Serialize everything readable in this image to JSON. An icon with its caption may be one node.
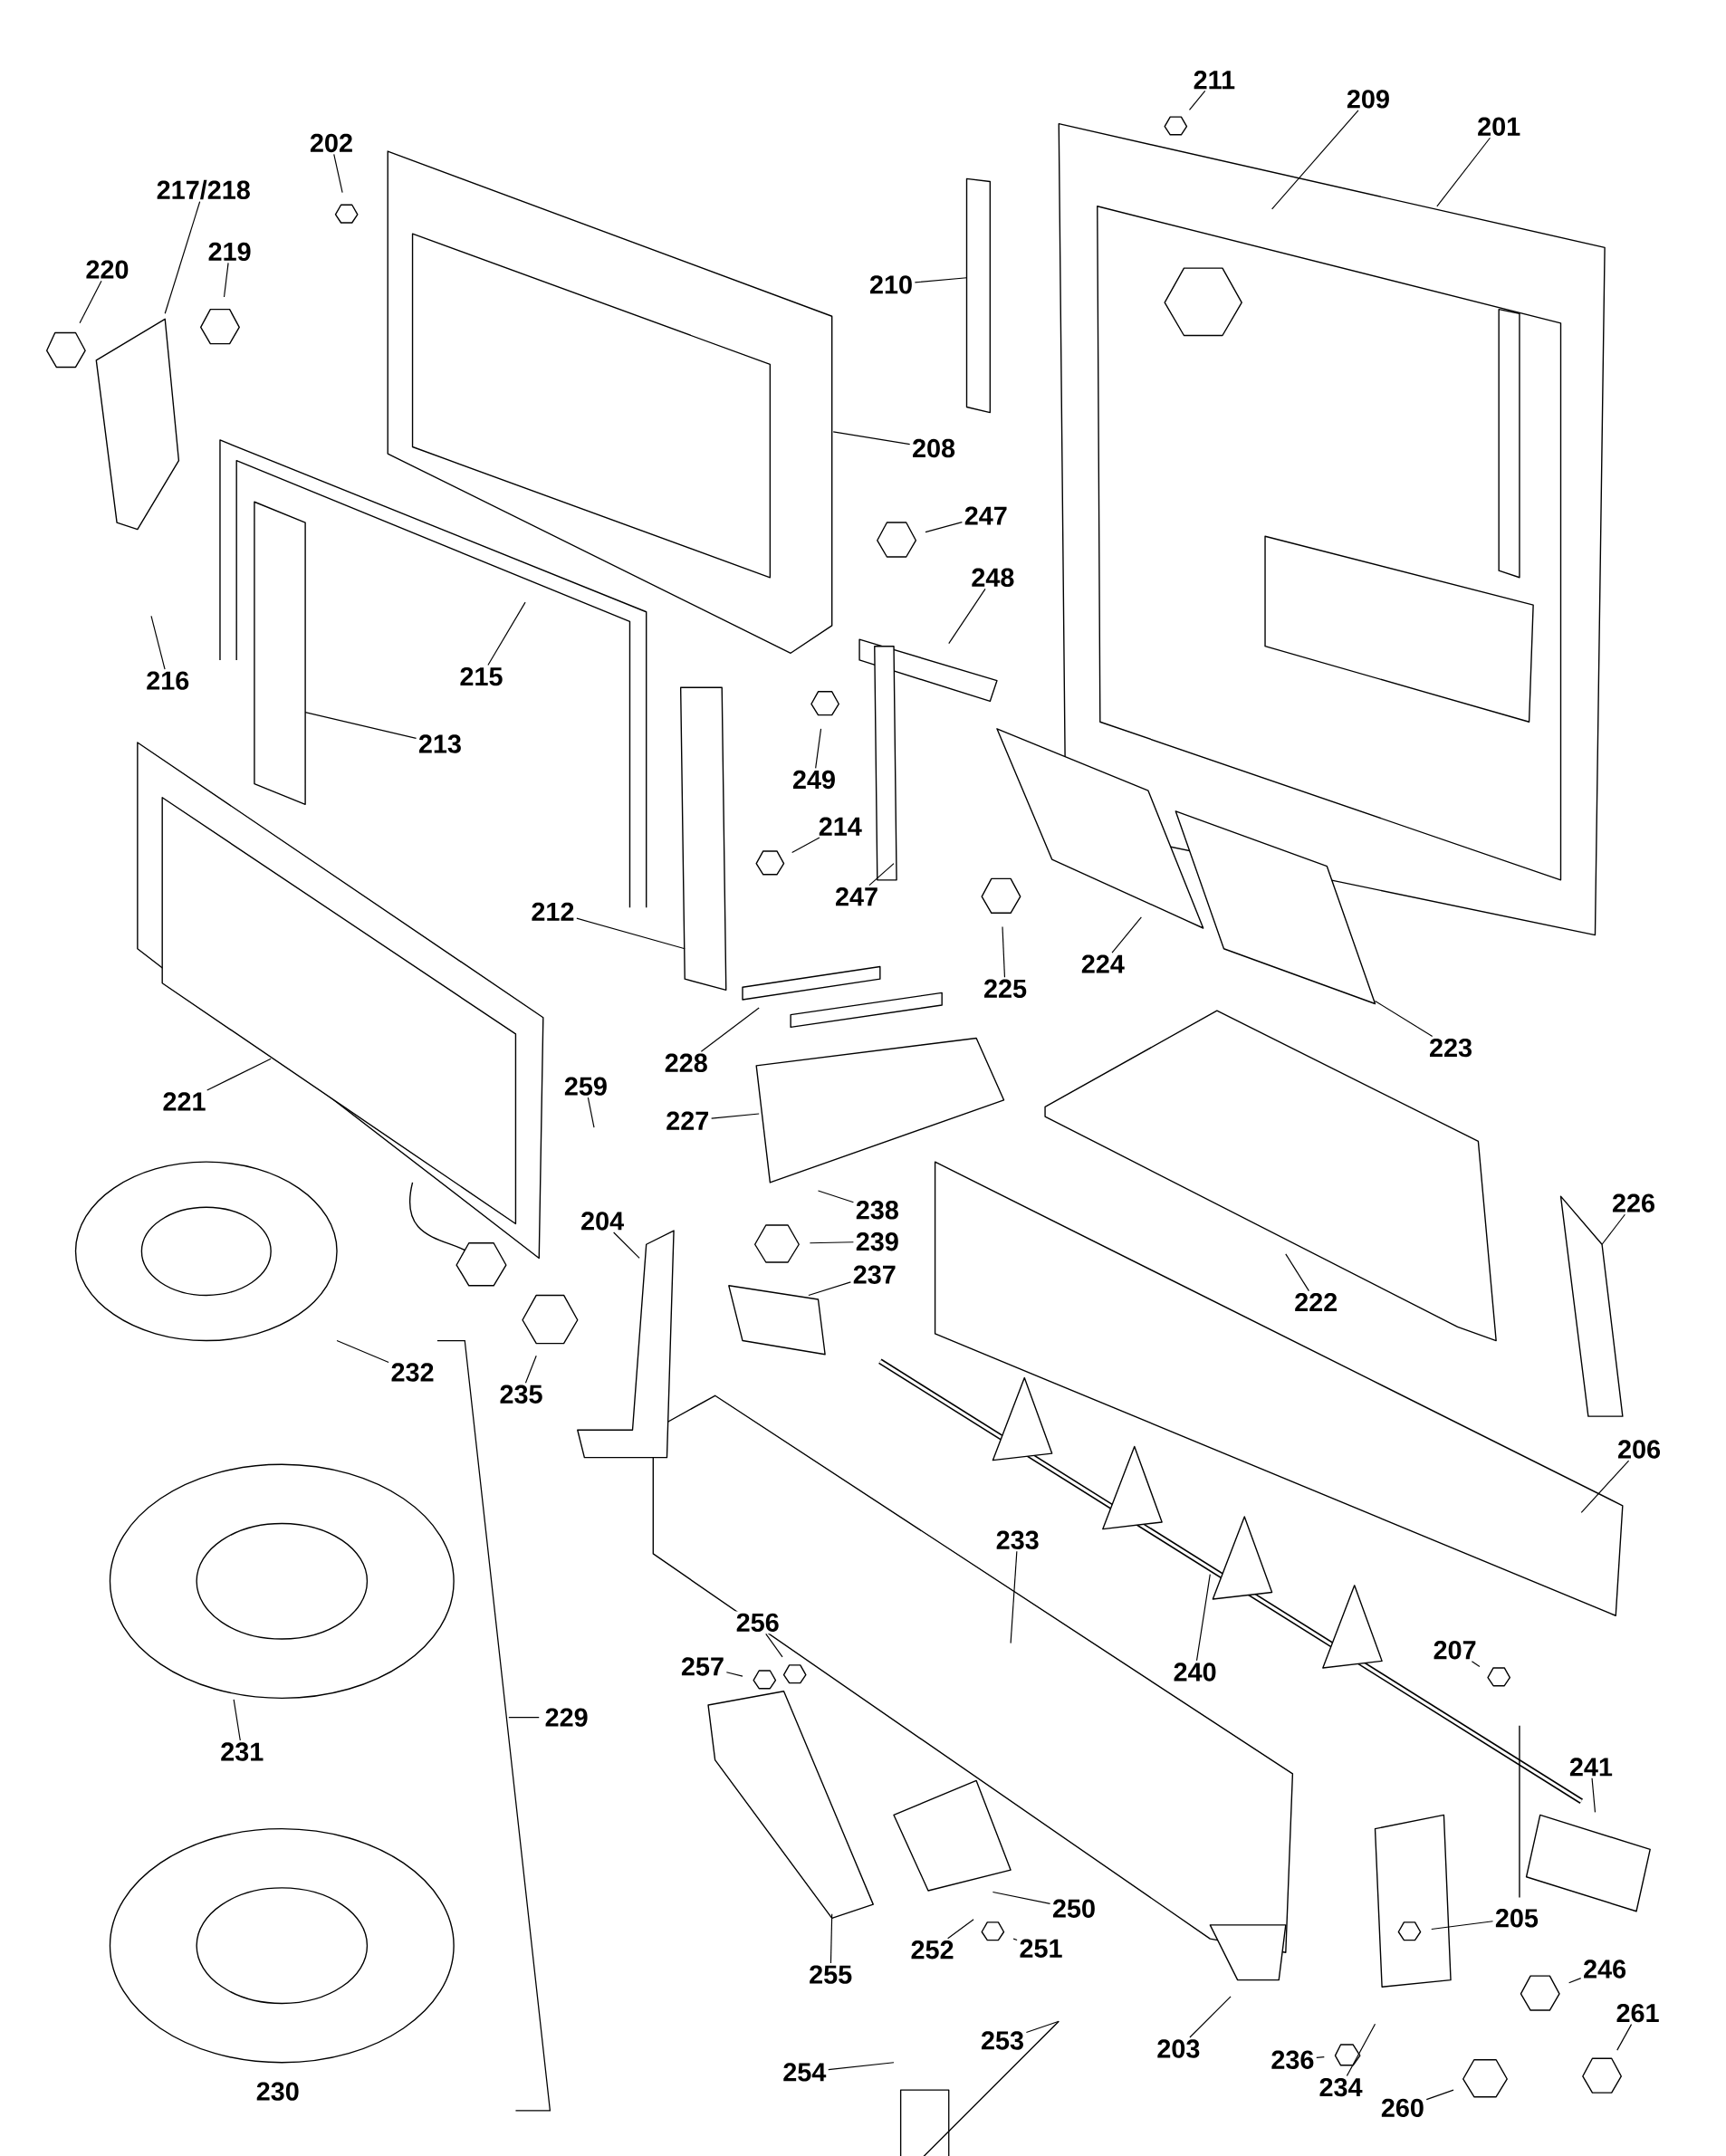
{
  "diagram": {
    "nodes": [
      {
        "text": [
          "211"
        ]
      },
      {
        "text": [
          "209"
        ]
      },
      {
        "text": [
          "201"
        ]
      },
      {
        "text": [
          "202"
        ]
      },
      {
        "text": [
          "217/218"
        ]
      },
      {
        "text": [
          "219"
        ]
      },
      {
        "text": [
          "220"
        ]
      },
      {
        "text": [
          "210"
        ]
      },
      {
        "text": [
          "208"
        ]
      },
      {
        "text": [
          "247"
        ]
      },
      {
        "text": [
          "248"
        ]
      },
      {
        "text": [
          "216"
        ]
      },
      {
        "text": [
          "215"
        ]
      },
      {
        "text": [
          "213"
        ]
      },
      {
        "text": [
          "249"
        ]
      },
      {
        "text": [
          "214"
        ]
      },
      {
        "text": [
          "247"
        ]
      },
      {
        "text": [
          "212"
        ]
      },
      {
        "text": [
          "225"
        ]
      },
      {
        "text": [
          "224"
        ]
      },
      {
        "text": [
          "223"
        ]
      },
      {
        "text": [
          "228"
        ]
      },
      {
        "text": [
          "227"
        ]
      },
      {
        "text": [
          "221"
        ]
      },
      {
        "text": [
          "259"
        ]
      },
      {
        "text": [
          "238"
        ]
      },
      {
        "text": [
          "239"
        ]
      },
      {
        "text": [
          "237"
        ]
      },
      {
        "text": [
          "204"
        ]
      },
      {
        "text": [
          "226"
        ]
      },
      {
        "text": [
          "222"
        ]
      },
      {
        "text": [
          "232"
        ]
      },
      {
        "text": [
          "235"
        ]
      },
      {
        "text": [
          "206"
        ]
      },
      {
        "text": [
          "233"
        ]
      },
      {
        "text": [
          "256"
        ]
      },
      {
        "text": [
          "257"
        ]
      },
      {
        "text": [
          "240"
        ]
      },
      {
        "text": [
          "207"
        ]
      },
      {
        "text": [
          "231"
        ]
      },
      {
        "text": [
          "241"
        ]
      },
      {
        "text": [
          "250"
        ]
      },
      {
        "text": [
          "205"
        ]
      },
      {
        "text": [
          "252"
        ]
      },
      {
        "text": [
          "251"
        ]
      },
      {
        "text": [
          "255"
        ]
      },
      {
        "text": [
          "246"
        ]
      },
      {
        "text": [
          "203"
        ]
      },
      {
        "text": [
          "261"
        ]
      },
      {
        "text": [
          "253"
        ]
      },
      {
        "text": [
          "254"
        ]
      },
      {
        "text": [
          "236"
        ]
      },
      {
        "text": [
          "234"
        ]
      },
      {
        "text": [
          "260"
        ]
      }
    ],
    "edges": [
      {
        "from": 0,
        "to": null,
        "arrow": "none"
      },
      {
        "from": 1,
        "to": null,
        "arrow": "none"
      },
      {
        "from": 2,
        "to": null,
        "arrow": "none"
      },
      {
        "from": 3,
        "to": null,
        "arrow": "none"
      },
      {
        "from": 4,
        "to": null,
        "arrow": "none"
      },
      {
        "from": 5,
        "to": null,
        "arrow": "none"
      },
      {
        "from": 6,
        "to": null,
        "arrow": "none"
      },
      {
        "from": 7,
        "to": null,
        "arrow": "none"
      },
      {
        "from": 8,
        "to": null,
        "arrow": "none"
      },
      {
        "from": 9,
        "to": null,
        "arrow": "none"
      },
      {
        "from": 10,
        "to": null,
        "arrow": "none"
      },
      {
        "from": 11,
        "to": null,
        "arrow": "none"
      },
      {
        "from": 12,
        "to": null,
        "arrow": "none"
      },
      {
        "from": 13,
        "to": null,
        "arrow": "none"
      },
      {
        "from": 14,
        "to": null,
        "arrow": "none"
      },
      {
        "from": 15,
        "to": null,
        "arrow": "none"
      },
      {
        "from": 16,
        "to": null,
        "arrow": "none"
      },
      {
        "from": 17,
        "to": null,
        "arrow": "none"
      },
      {
        "from": 18,
        "to": null,
        "arrow": "none"
      },
      {
        "from": 19,
        "to": null,
        "arrow": "none"
      },
      {
        "from": 20,
        "to": null,
        "arrow": "none"
      },
      {
        "from": 21,
        "to": null,
        "arrow": "none"
      },
      {
        "from": 22,
        "to": null,
        "arrow": "none"
      },
      {
        "from": 23,
        "to": null,
        "arrow": "none"
      },
      {
        "from": 24,
        "to": null,
        "arrow": "none"
      },
      {
        "from": 25,
        "to": null,
        "arrow": "none"
      },
      {
        "from": 26,
        "to": null,
        "arrow": "none"
      },
      {
        "from": 27,
        "to": null,
        "arrow": "none"
      },
      {
        "from": 28,
        "to": null,
        "arrow": "none"
      },
      {
        "from": 29,
        "to": null,
        "arrow": "none"
      },
      {
        "from": 30,
        "to": null,
        "arrow": "none"
      },
      {
        "from": 31,
        "to": null,
        "arrow": "none"
      },
      {
        "from": 32,
        "to": null,
        "arrow": "none"
      },
      {
        "from": 33,
        "to": null,
        "arrow": "none"
      },
      {
        "from": 34,
        "to": null,
        "arrow": "none"
      },
      {
        "from": 35,
        "to": null,
        "arrow": "none"
      },
      {
        "from": 36,
        "to": null,
        "arrow": "none"
      },
      {
        "from": 37,
        "to": null,
        "arrow": "none"
      },
      {
        "from": 38,
        "to": null,
        "arrow": "none"
      },
      {
        "from": 39,
        "to": null,
        "arrow": "none"
      },
      {
        "from": 40,
        "to": null,
        "arrow": "none"
      },
      {
        "from": 41,
        "to": null,
        "arrow": "none"
      },
      {
        "from": 42,
        "to": null,
        "arrow": "none"
      },
      {
        "from": 43,
        "to": null,
        "arrow": "none"
      },
      {
        "from": 44,
        "to": null,
        "arrow": "none"
      },
      {
        "from": 45,
        "to": null,
        "arrow": "none"
      },
      {
        "from": 46,
        "to": null,
        "arrow": "none"
      },
      {
        "from": 47,
        "to": null,
        "arrow": "none"
      },
      {
        "from": 48,
        "to": null,
        "arrow": "none"
      },
      {
        "from": 49,
        "to": null,
        "arrow": "none"
      },
      {
        "from": 50,
        "to": null,
        "arrow": "none"
      },
      {
        "from": 51,
        "to": null,
        "arrow": "none"
      },
      {
        "from": 52,
        "to": null,
        "arrow": "none"
      },
      {
        "from": 53,
        "to": null,
        "arrow": "none"
      }
    ],
    "labels": [
      "229",
      "230"
    ]
  }
}
